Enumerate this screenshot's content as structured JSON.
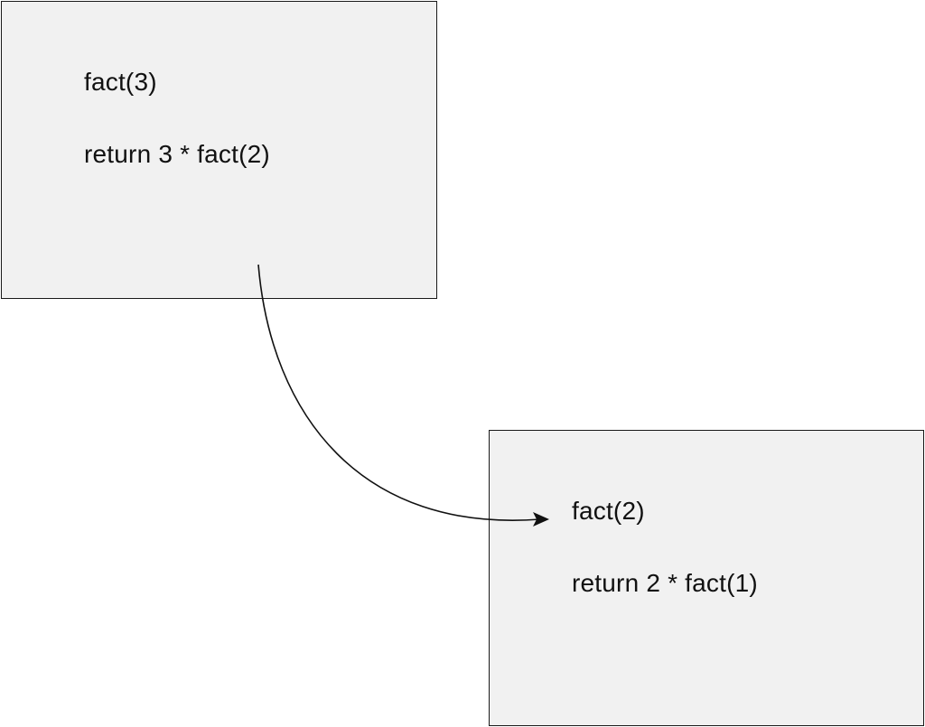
{
  "frames": [
    {
      "call": "fact(3)",
      "statement": "return 3 * fact(2)"
    },
    {
      "call": "fact(2)",
      "statement": "return 2 * fact(1)"
    }
  ],
  "colors": {
    "frame_fill": "#f1f1f1",
    "frame_border": "#1a1a1a",
    "arrow": "#111111",
    "text": "#111111"
  }
}
